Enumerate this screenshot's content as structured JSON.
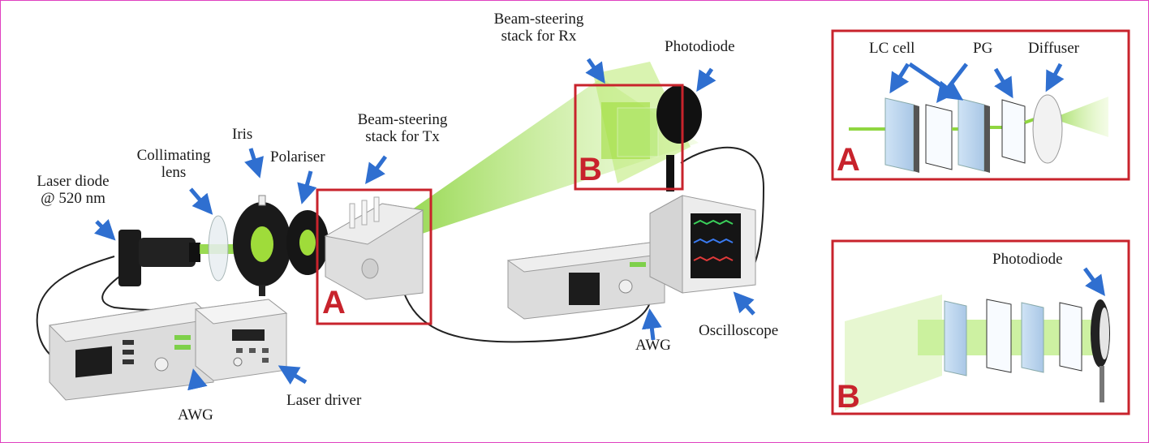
{
  "labels": {
    "laser_diode_line1": "Laser diode",
    "laser_diode_line2": "@ 520 nm",
    "collimating_line1": "Collimating",
    "collimating_line2": "lens",
    "iris": "Iris",
    "polariser": "Polariser",
    "tx_stack_line1": "Beam-steering",
    "tx_stack_line2": "stack for Tx",
    "rx_stack_line1": "Beam-steering",
    "rx_stack_line2": "stack for Rx",
    "photodiode": "Photodiode",
    "awg_left": "AWG",
    "laser_driver": "Laser driver",
    "awg_right": "AWG",
    "oscilloscope": "Oscilloscope",
    "box_a_letter": "A",
    "box_b_letter": "B"
  },
  "inset_a": {
    "letter": "A",
    "lc_cell": "LC cell",
    "pg": "PG",
    "diffuser": "Diffuser"
  },
  "inset_b": {
    "letter": "B",
    "photodiode": "Photodiode"
  },
  "colors": {
    "beam_green": "#9fdc3a",
    "box_red": "#c8232c",
    "arrow_blue": "#2f6fd0",
    "border_magenta": "#e040c0"
  }
}
